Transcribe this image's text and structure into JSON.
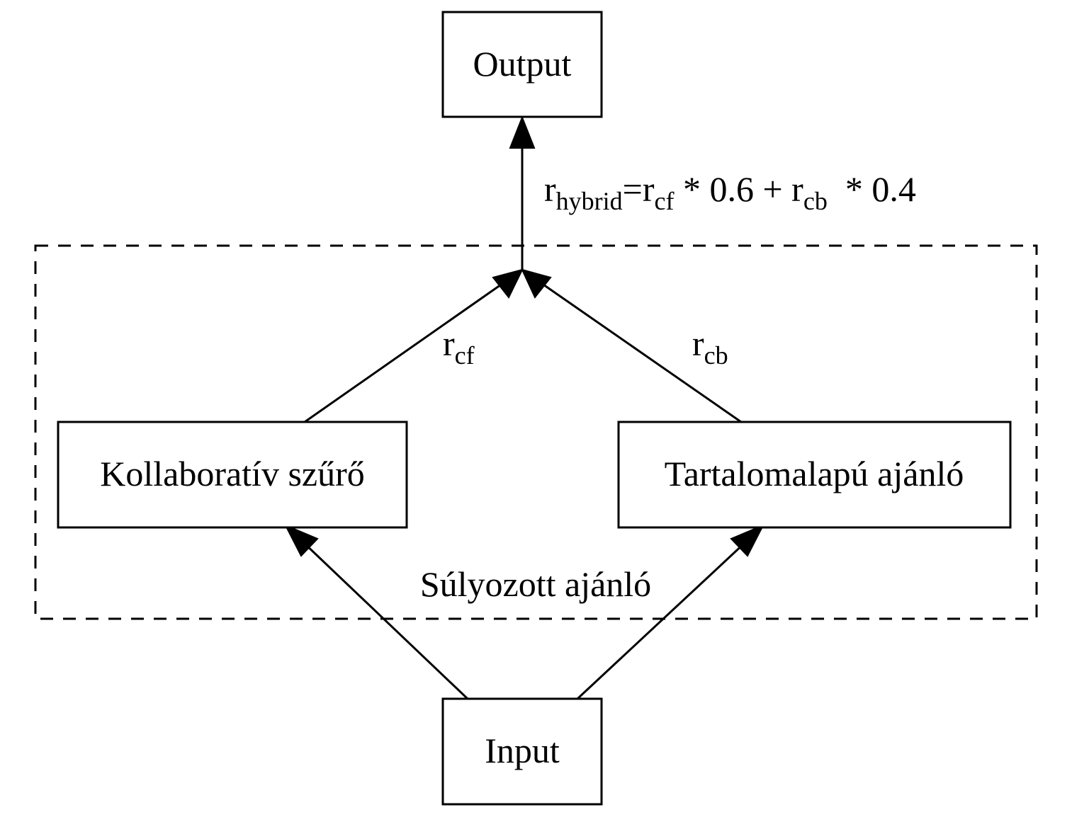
{
  "diagram": {
    "nodes": {
      "output": "Output",
      "input": "Input",
      "collaborative": "Kollaboratív szűrő",
      "content_based": "Tartalomalapú ajánló"
    },
    "cluster_label": "Súlyozott ajánló",
    "edges": {
      "cf_label": {
        "base": "r",
        "sub": "cf"
      },
      "cb_label": {
        "base": "r",
        "sub": "cb"
      },
      "formula": {
        "r1": "r",
        "sub_hybrid": "hybrid",
        "eq_r": "=r",
        "sub_cf": "cf",
        "mult1": " * 0.6 + r",
        "sub_cb": "cb",
        "mult2": "  * 0.4"
      }
    }
  }
}
